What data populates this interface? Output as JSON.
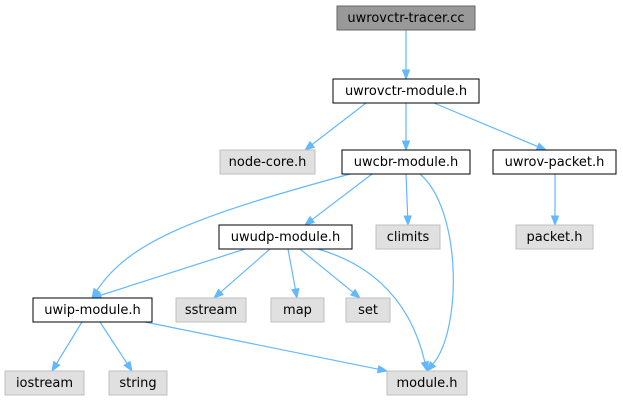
{
  "diagram": {
    "nodes": {
      "uwrovctr_tracer_cc": {
        "label": "uwrovctr-tracer.cc",
        "kind": "root"
      },
      "uwrovctr_module_h": {
        "label": "uwrovctr-module.h",
        "kind": "local"
      },
      "node_core_h": {
        "label": "node-core.h",
        "kind": "system"
      },
      "uwcbr_module_h": {
        "label": "uwcbr-module.h",
        "kind": "local"
      },
      "uwrov_packet_h": {
        "label": "uwrov-packet.h",
        "kind": "local"
      },
      "uwudp_module_h": {
        "label": "uwudp-module.h",
        "kind": "local"
      },
      "climits": {
        "label": "climits",
        "kind": "system"
      },
      "packet_h": {
        "label": "packet.h",
        "kind": "system"
      },
      "uwip_module_h": {
        "label": "uwip-module.h",
        "kind": "local"
      },
      "sstream": {
        "label": "sstream",
        "kind": "system"
      },
      "map": {
        "label": "map",
        "kind": "system"
      },
      "set": {
        "label": "set",
        "kind": "system"
      },
      "iostream": {
        "label": "iostream",
        "kind": "system"
      },
      "string": {
        "label": "string",
        "kind": "system"
      },
      "module_h": {
        "label": "module.h",
        "kind": "system"
      }
    },
    "edges": [
      {
        "from": "uwrovctr_tracer_cc",
        "to": "uwrovctr_module_h"
      },
      {
        "from": "uwrovctr_module_h",
        "to": "node_core_h"
      },
      {
        "from": "uwrovctr_module_h",
        "to": "uwcbr_module_h"
      },
      {
        "from": "uwrovctr_module_h",
        "to": "uwrov_packet_h"
      },
      {
        "from": "uwcbr_module_h",
        "to": "uwudp_module_h"
      },
      {
        "from": "uwcbr_module_h",
        "to": "climits"
      },
      {
        "from": "uwcbr_module_h",
        "to": "uwip_module_h"
      },
      {
        "from": "uwcbr_module_h",
        "to": "module_h"
      },
      {
        "from": "uwrov_packet_h",
        "to": "packet_h"
      },
      {
        "from": "uwudp_module_h",
        "to": "uwip_module_h"
      },
      {
        "from": "uwudp_module_h",
        "to": "sstream"
      },
      {
        "from": "uwudp_module_h",
        "to": "map"
      },
      {
        "from": "uwudp_module_h",
        "to": "set"
      },
      {
        "from": "uwudp_module_h",
        "to": "module_h"
      },
      {
        "from": "uwip_module_h",
        "to": "iostream"
      },
      {
        "from": "uwip_module_h",
        "to": "string"
      },
      {
        "from": "uwip_module_h",
        "to": "module_h"
      }
    ]
  }
}
